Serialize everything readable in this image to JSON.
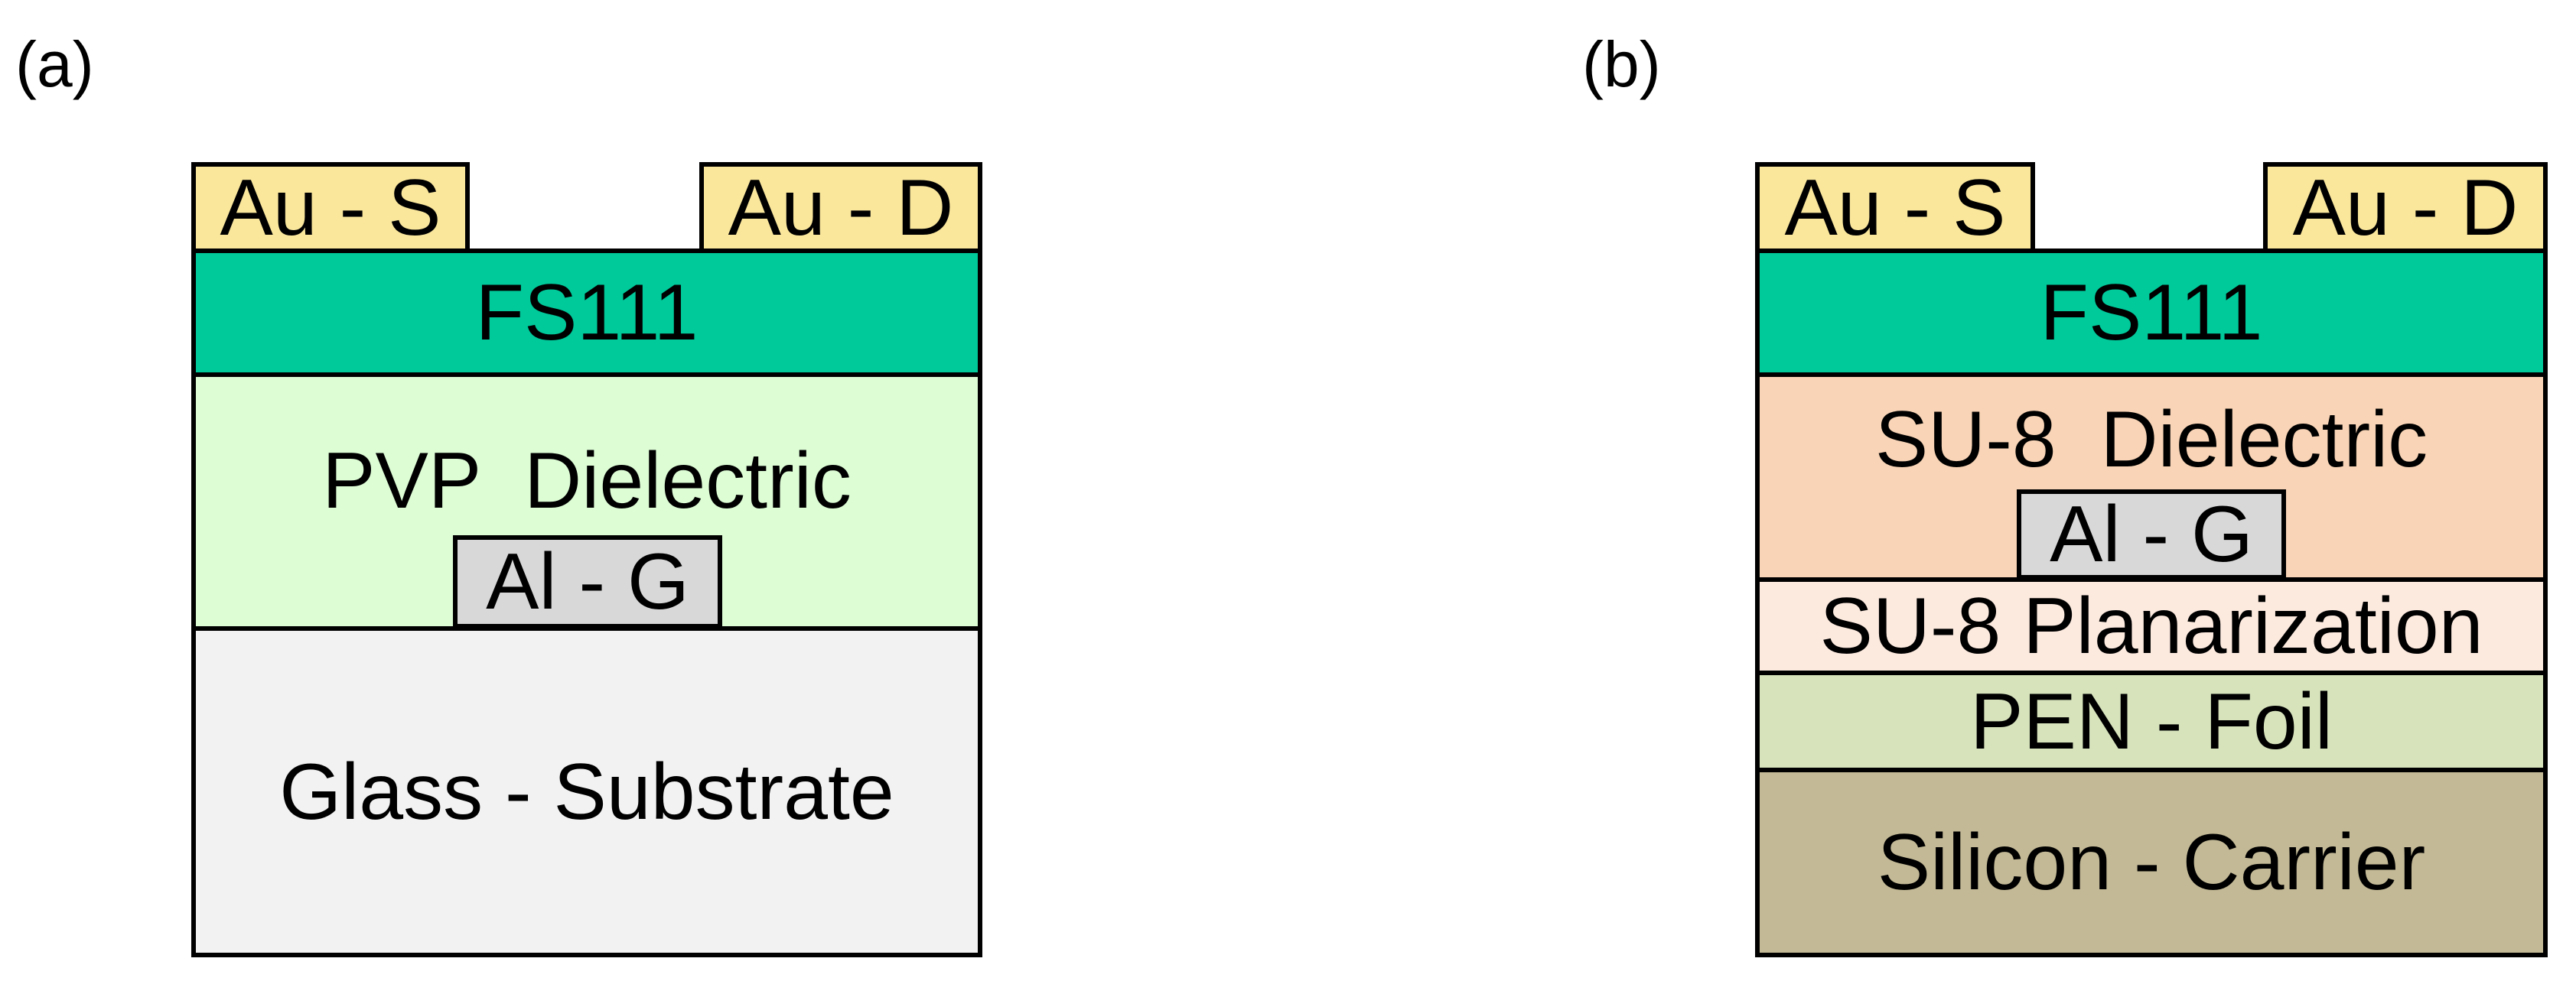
{
  "panel_a": {
    "label": "(a)",
    "au_s": "Au - S",
    "au_d": "Au - D",
    "semiconductor": "FS111",
    "dielectric": "PVP  Dielectric",
    "gate": "Al - G",
    "substrate": "Glass - Substrate"
  },
  "panel_b": {
    "label": "(b)",
    "au_s": "Au - S",
    "au_d": "Au - D",
    "semiconductor": "FS111",
    "dielectric": "SU-8  Dielectric",
    "gate": "Al - G",
    "planarization": "SU-8 Planarization",
    "foil": "PEN - Foil",
    "carrier": "Silicon - Carrier"
  },
  "colors": {
    "gold": "#FAE79C",
    "fs111": "#00C99A",
    "pvp": "#DDFDD5",
    "glass": "#F2F2F2",
    "gate": "#D8D8D8",
    "su8_dielectric": "#F9D4B6",
    "su8_planarization": "#FDEADF",
    "pen_foil": "#D6E3BB",
    "silicon": "#C3B996"
  }
}
